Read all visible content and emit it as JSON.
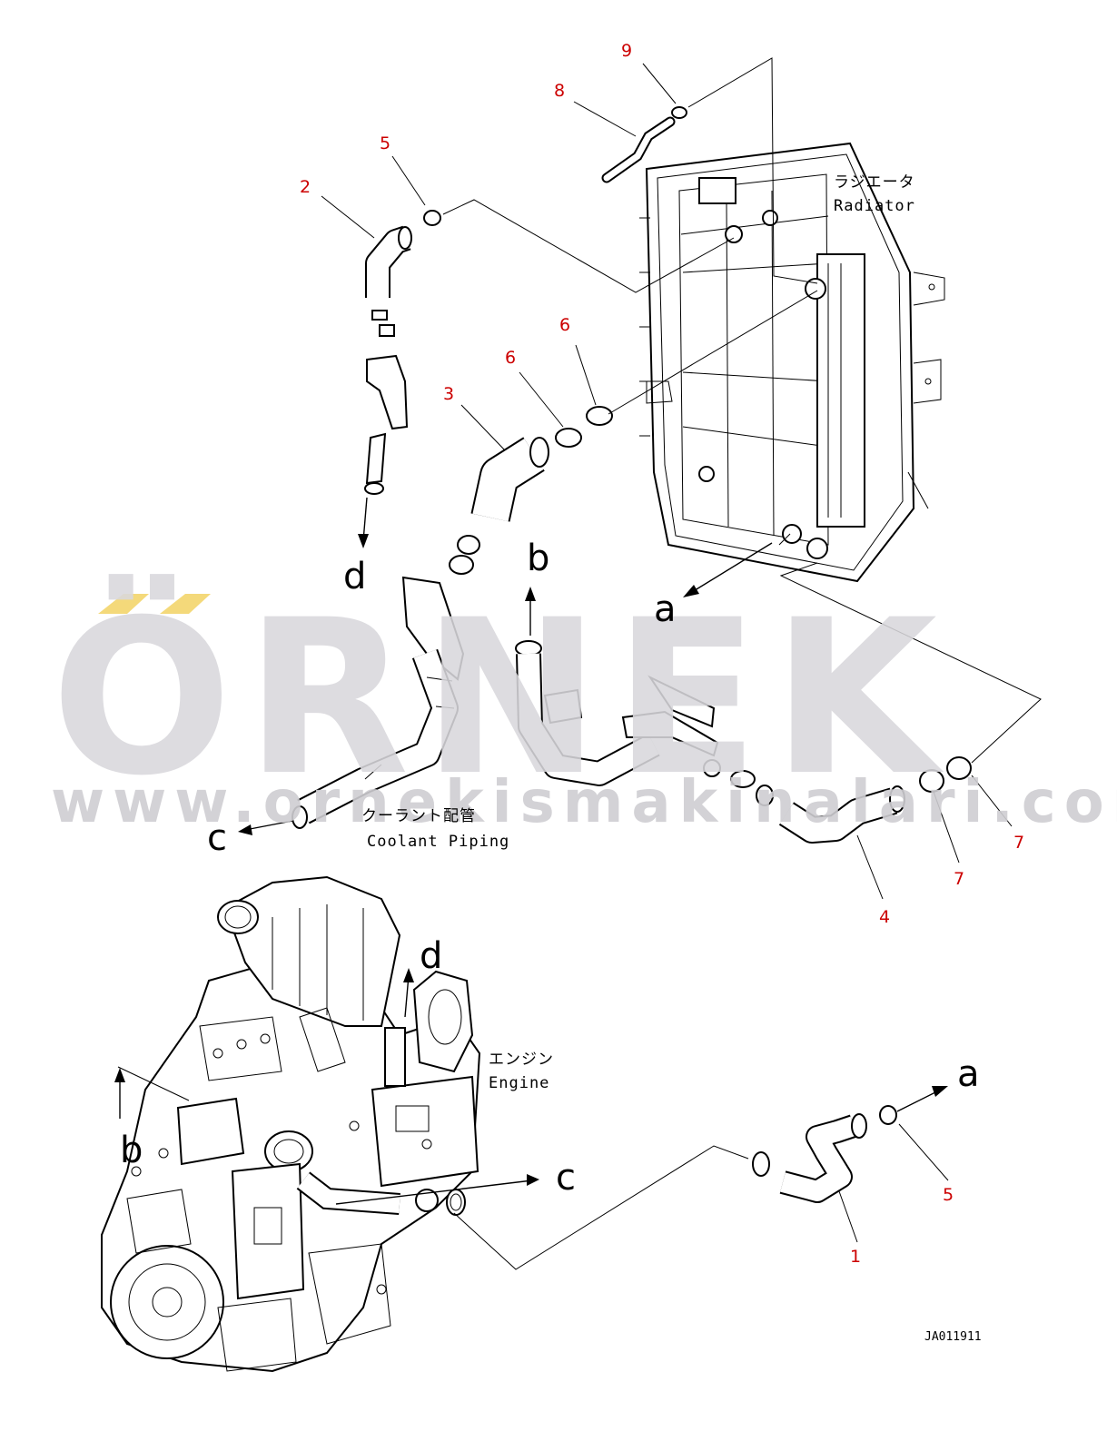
{
  "watermark": {
    "brand": "ÖRNEK",
    "url": "www.ornekismakinalari.com.tr",
    "accent_color": "#f4d97a",
    "text_color": "#d9d8dc"
  },
  "labels": {
    "radiator_jp": "ラジエータ",
    "radiator_en": "Radiator",
    "coolant_jp": "クーラント配管",
    "coolant_en": "Coolant Piping",
    "engine_jp": "エンジン",
    "engine_en": "Engine"
  },
  "callouts": [
    "9",
    "8",
    "5",
    "2",
    "6",
    "6",
    "3",
    "7",
    "7",
    "4",
    "5",
    "1"
  ],
  "connection_letters": [
    "d",
    "b",
    "a",
    "c",
    "d",
    "a",
    "b",
    "c"
  ],
  "drawing_code": "JA011911",
  "colors": {
    "callout": "#cc0000",
    "line": "#000000"
  }
}
